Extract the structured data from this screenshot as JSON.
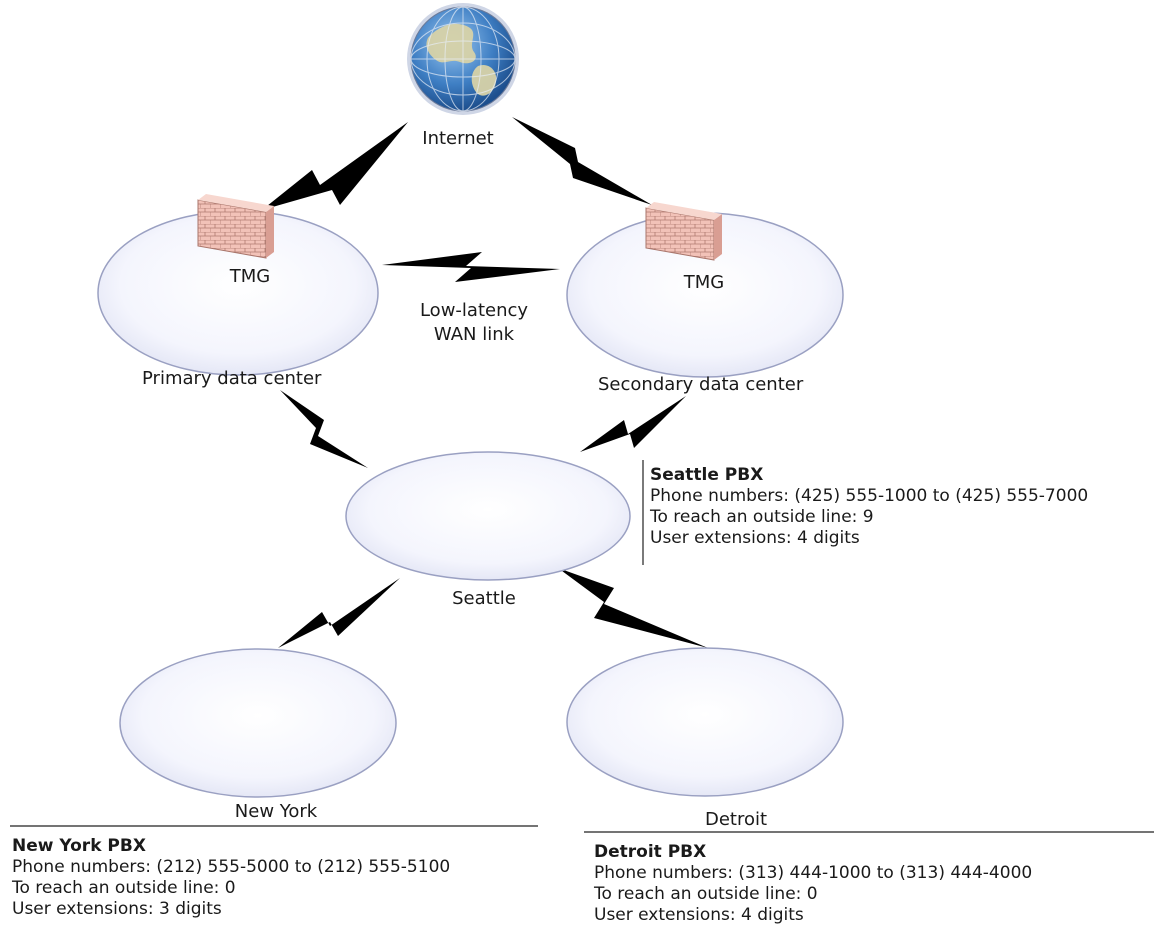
{
  "nodes": {
    "internet": "Internet",
    "primary_tmg": "TMG",
    "secondary_tmg": "TMG",
    "wan_link": [
      "Low-latency",
      "WAN link"
    ],
    "primary_dc": "Primary data center",
    "secondary_dc": "Secondary data center",
    "seattle": "Seattle",
    "new_york": "New York",
    "detroit": "Detroit"
  },
  "pbx": {
    "seattle": {
      "title": "Seattle PBX",
      "phone_numbers": "Phone numbers: (425) 555-1000 to (425) 555-7000",
      "outside_line": "To reach an outside line: 9",
      "extensions": "User extensions: 4 digits"
    },
    "new_york": {
      "title": "New York PBX",
      "phone_numbers": "Phone numbers: (212) 555-5000 to (212) 555-5100",
      "outside_line": "To reach an outside line: 0",
      "extensions": "User extensions: 3 digits"
    },
    "detroit": {
      "title": "Detroit PBX",
      "phone_numbers": "Phone numbers: (313) 444-1000 to (313) 444-4000",
      "outside_line": "To reach an outside line: 0",
      "extensions": "User extensions: 4 digits"
    }
  },
  "colors": {
    "site_fill": "#eef0fb",
    "site_stroke": "#9aa0c2",
    "link": "#000000",
    "firewall": "#f2c2b8",
    "globe_ocean": "#3f7fc4",
    "globe_land": "#d7d2a8"
  },
  "icons": [
    "globe-icon",
    "firewall-icon",
    "wan-link-icon"
  ]
}
